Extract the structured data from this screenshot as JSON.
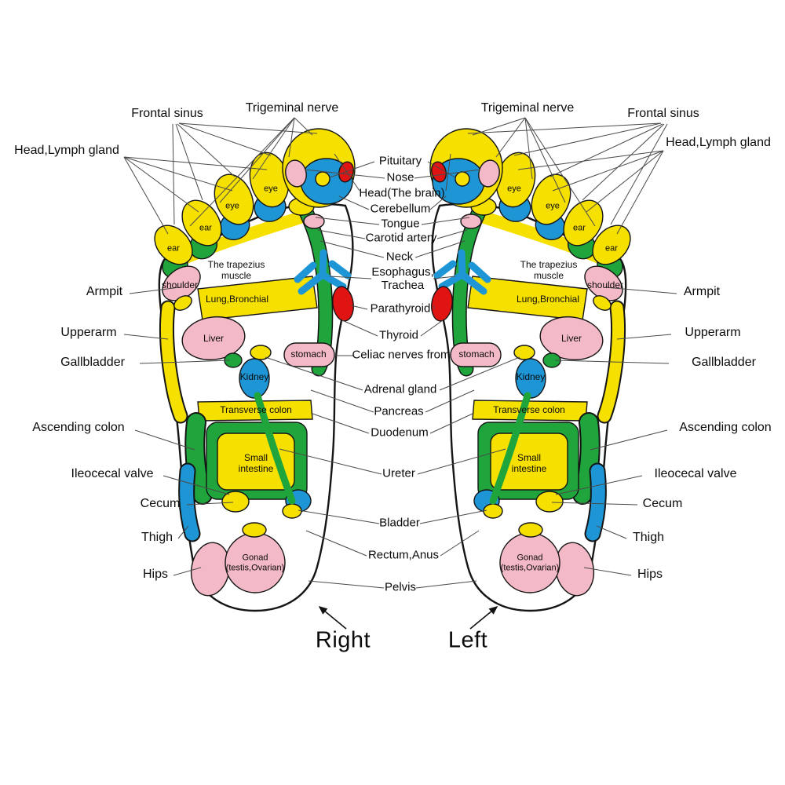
{
  "colors": {
    "yellow": "#F5E000",
    "blue": "#1E96D6",
    "green": "#1FA53C",
    "pink": "#F3B9C6",
    "red": "#E11414",
    "outline": "#151515"
  },
  "captions": {
    "right_foot": "Right",
    "left_foot": "Left"
  },
  "outer_labels": {
    "frontal_sinus": "Frontal sinus",
    "trigeminal_nerve": "Trigeminal nerve",
    "head_lymph_gland": "Head,Lymph gland",
    "armpit": "Armpit",
    "upperarm": "Upperarm",
    "gallbladder": "Gallbladder",
    "ascending_colon": "Ascending colon",
    "ileocecal_valve": "Ileocecal valve",
    "cecum": "Cecum",
    "thigh": "Thigh",
    "hips": "Hips"
  },
  "center_labels": {
    "pituitary": "Pituitary",
    "nose": "Nose",
    "head_brain": "Head(The brain)",
    "cerebellum": "Cerebellum",
    "tongue": "Tongue",
    "carotid_artery": "Carotid artery",
    "neck": "Neck",
    "esophagus": "Esophagus,",
    "trachea": "Trachea",
    "parathyroid": "Parathyroid",
    "thyroid": "Thyroid",
    "celiac_nerves": "Celiac nerves from",
    "adrenal_gland": "Adrenal gland",
    "pancreas": "Pancreas",
    "duodenum": "Duodenum",
    "ureter": "Ureter",
    "bladder": "Bladder",
    "rectum_anus": "Rectum,Anus",
    "pelvis": "Pelvis"
  },
  "zone_labels": {
    "eye": "eye",
    "ear": "ear",
    "shoulder": "shoulder",
    "trapezius_1": "The trapezius",
    "trapezius_2": "muscle",
    "lung_bronchial": "Lung,Bronchial",
    "liver": "Liver",
    "stomach": "stomach",
    "kidney": "Kidney",
    "transverse_colon": "Transverse colon",
    "small_intestine_1": "Small",
    "small_intestine_2": "intestine",
    "gonad_1": "Gonad",
    "gonad_2": "(testis,Ovarian)"
  }
}
